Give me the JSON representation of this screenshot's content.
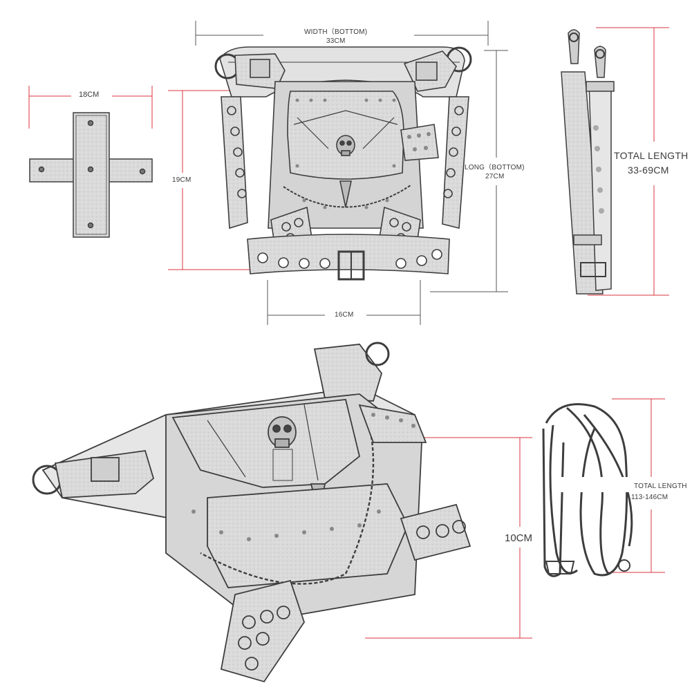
{
  "colors": {
    "dimension_line": "#d9363e",
    "guide_line": "#555555",
    "sketch_ink": "#3d3d3d",
    "leather_fill": "#d7d7d7",
    "leather_light": "#eeeeee",
    "background": "#ffffff"
  },
  "labels": {
    "width_title": "WIDTH（BOTTOM)",
    "width_value": "33CM",
    "strap_piece_width": "18CM",
    "bag_height": "19CM",
    "long_title": "LONG（BOTTOM)",
    "long_value": "27CM",
    "bottom_width": "16CM",
    "short_strap_title": "TOTAL LENGTH",
    "short_strap_value": "33-69CM",
    "thickness": "10CM",
    "long_strap_title": "TOTAL LENGTH",
    "long_strap_value": "113-146CM"
  },
  "illustrations": {
    "front_view": "bag-front-view",
    "strap_piece": "cross-strap-piece",
    "short_strap": "short-adjustable-strap",
    "angled_view": "bag-angled-view",
    "coiled_strap": "coiled-long-strap"
  }
}
